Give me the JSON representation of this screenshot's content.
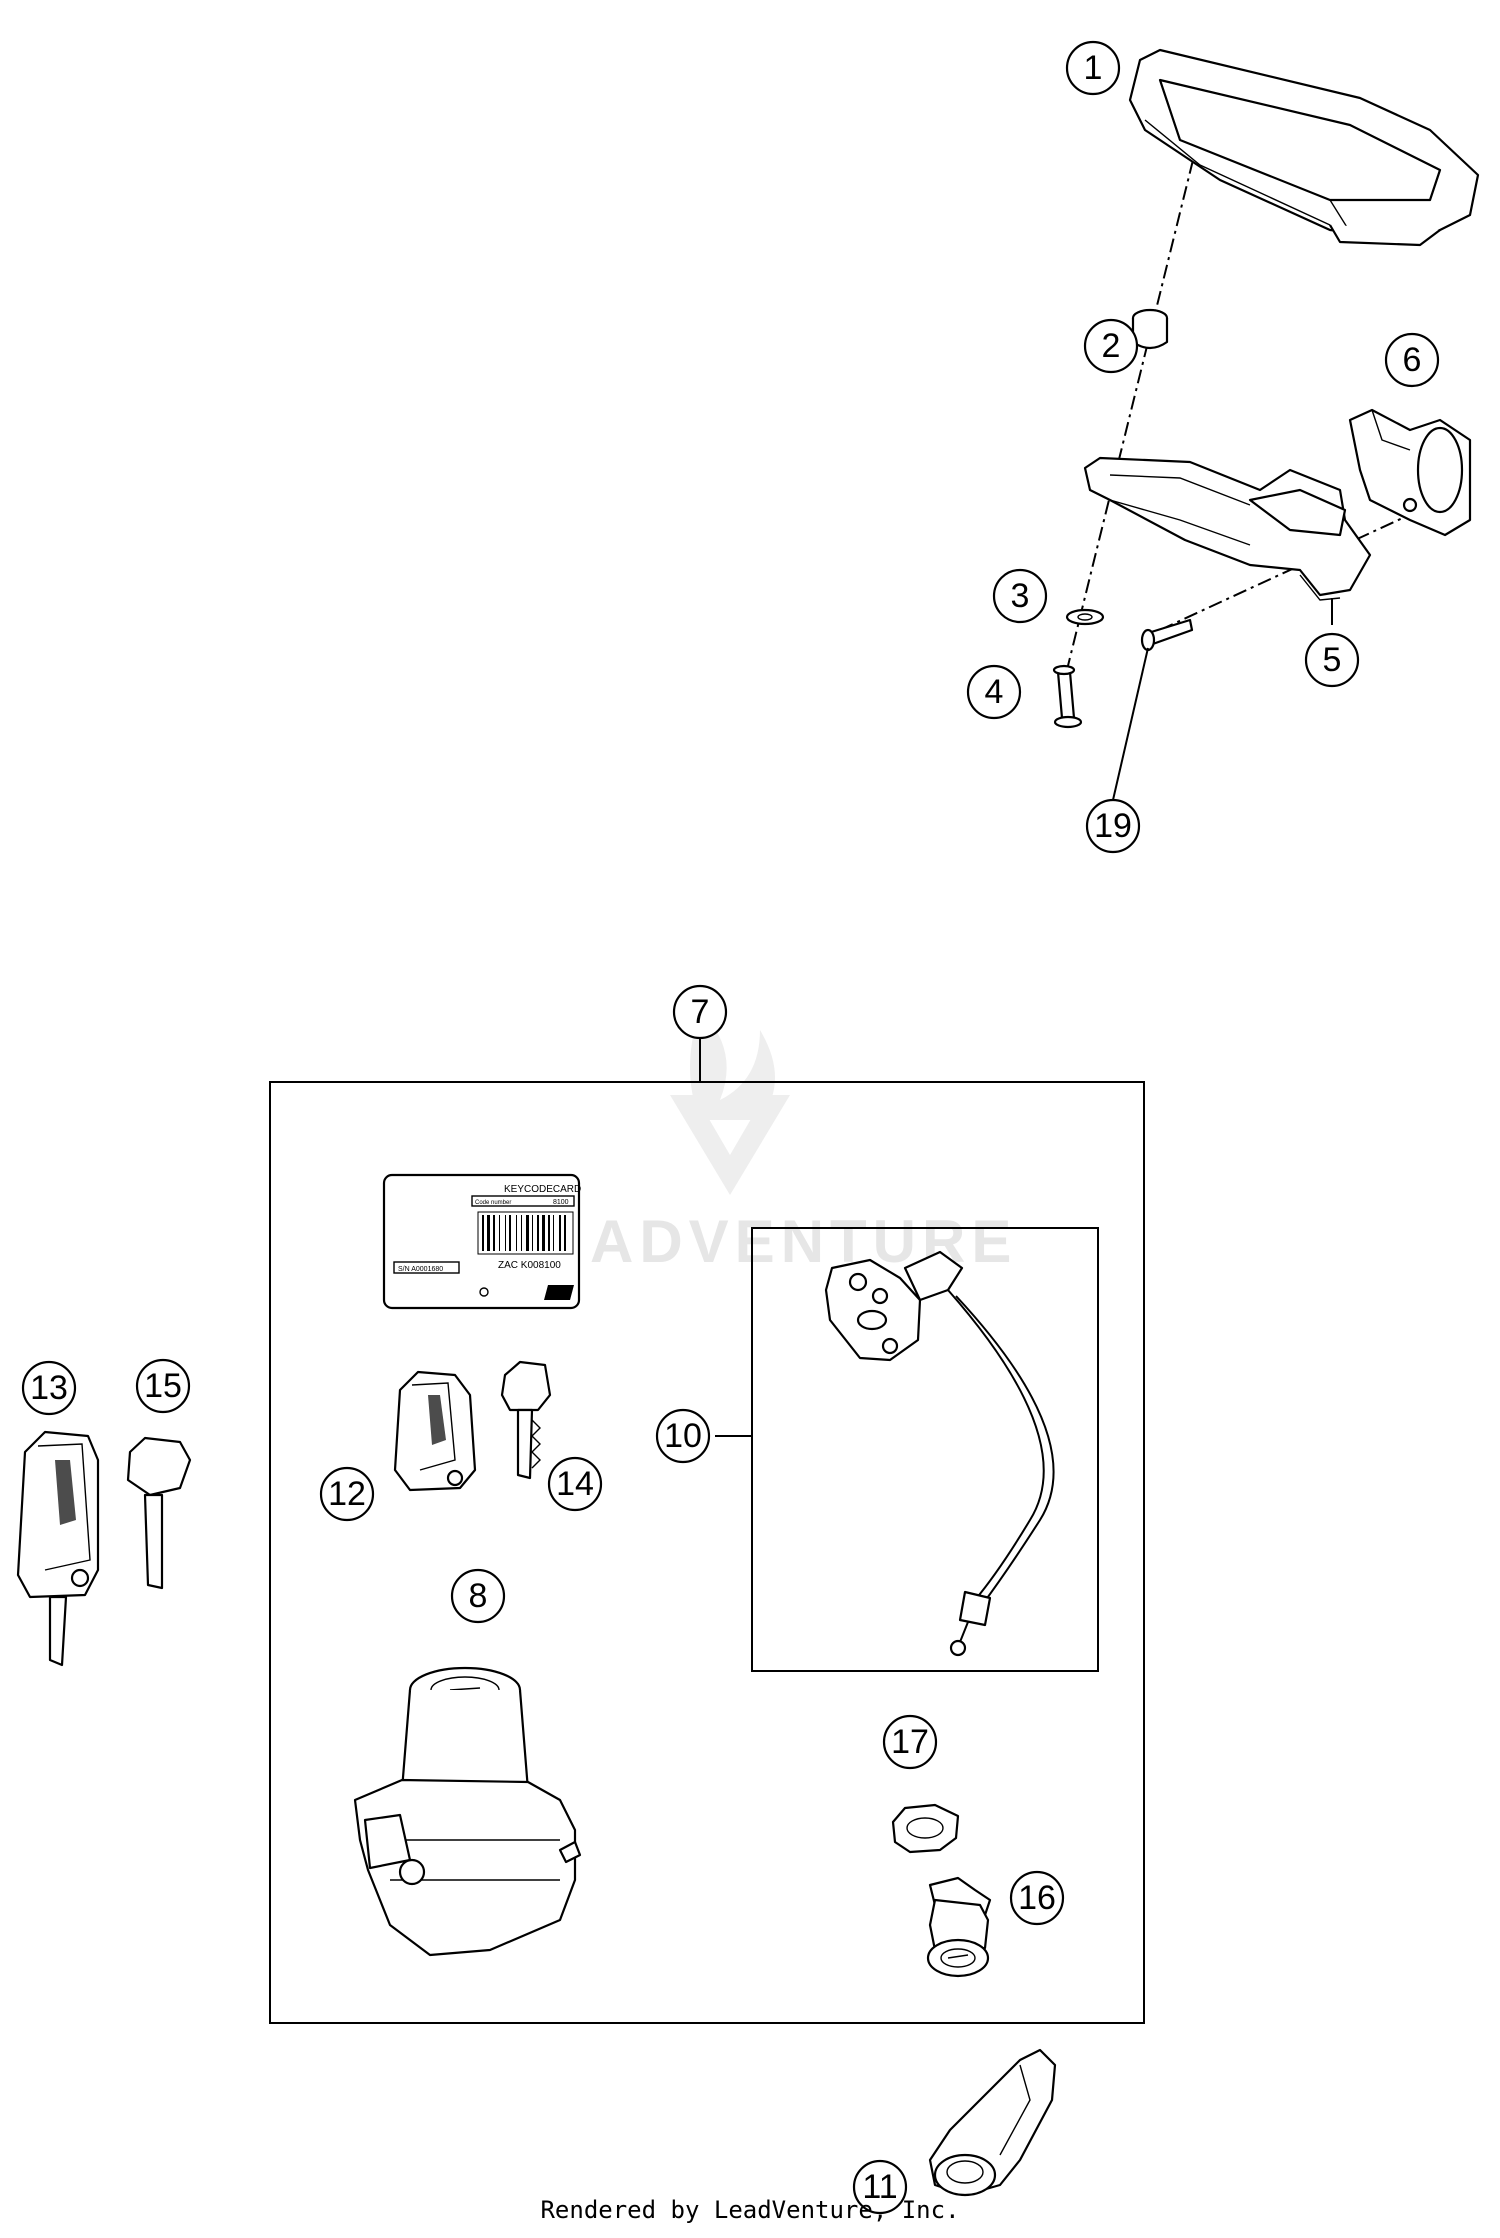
{
  "callouts": [
    "1",
    "2",
    "3",
    "4",
    "5",
    "6",
    "7",
    "8",
    "10",
    "11",
    "12",
    "13",
    "14",
    "15",
    "16",
    "17",
    "19"
  ],
  "keycode_card": {
    "title": "KEYCODECARD",
    "code": "ZAC K008100",
    "serial": "S/N A0001680",
    "field_left": "Code number",
    "field_right": "8100"
  },
  "watermark": "ADVENTURE",
  "footer": "Rendered by LeadVenture, Inc."
}
